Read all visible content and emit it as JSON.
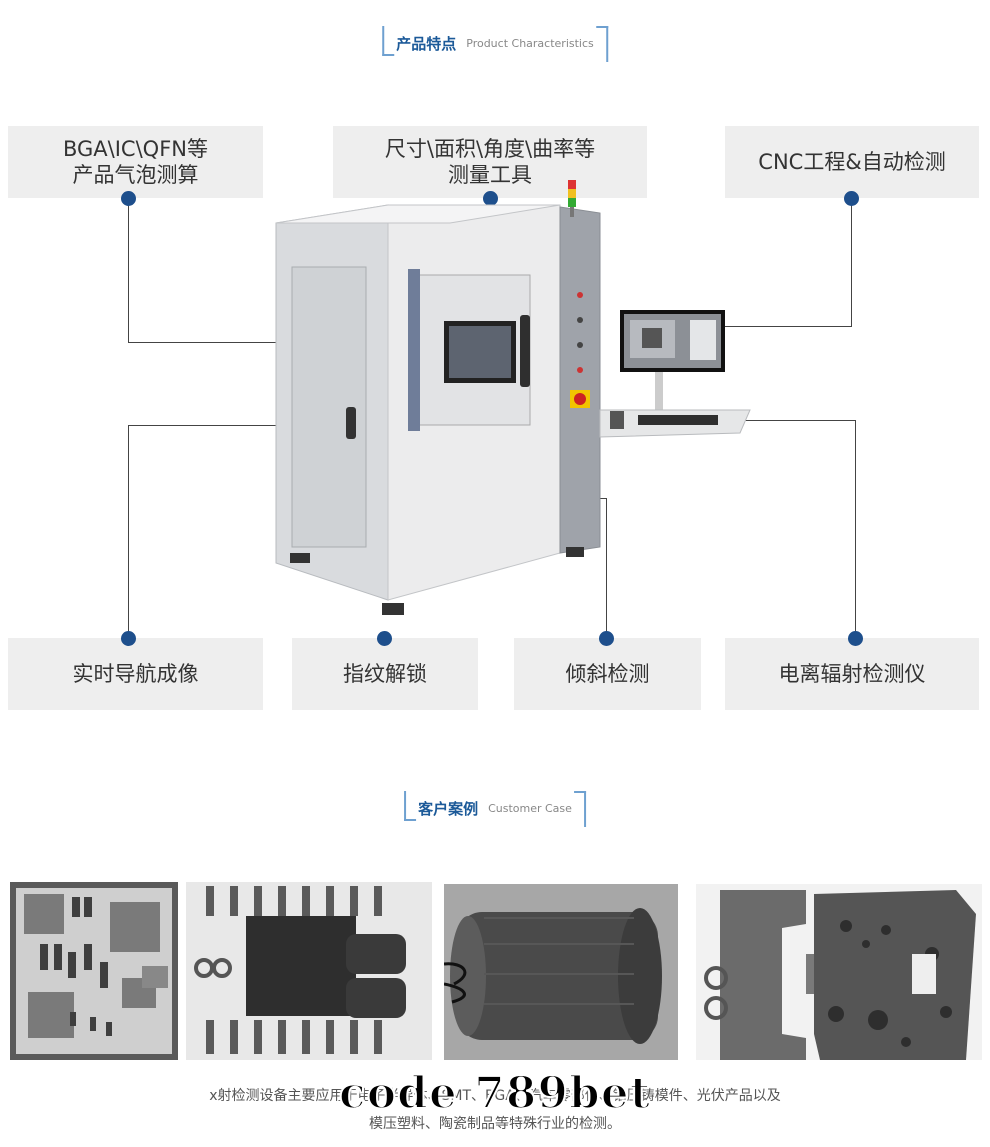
{
  "characteristics": {
    "title_cn": "产品特点",
    "title_en": "Product Characteristics",
    "features": {
      "bga": "BGA\\IC\\QFN等\n产品气泡测算",
      "measure": "尺寸\\面积\\角度\\曲率等\n测量工具",
      "cnc": "CNC工程&自动检测",
      "realtime": "实时导航成像",
      "fingerprint": "指纹解锁",
      "tilt": "倾斜检测",
      "radiation": "电离辐射检测仪"
    }
  },
  "customer": {
    "title_cn": "客户案例",
    "title_en": "Customer Case",
    "description_line1": "x射检测设备主要应用于电子半导体、SMT、BGA、汽车零部件、铝压铸模件、光伏产品以及",
    "description_line2": "模压塑料、陶瓷制品等特殊行业的检测。"
  },
  "watermark": "code 789bet",
  "colors": {
    "accent": "#1c5a99",
    "dot": "#1e4f8c",
    "box": "#eeeeee"
  }
}
